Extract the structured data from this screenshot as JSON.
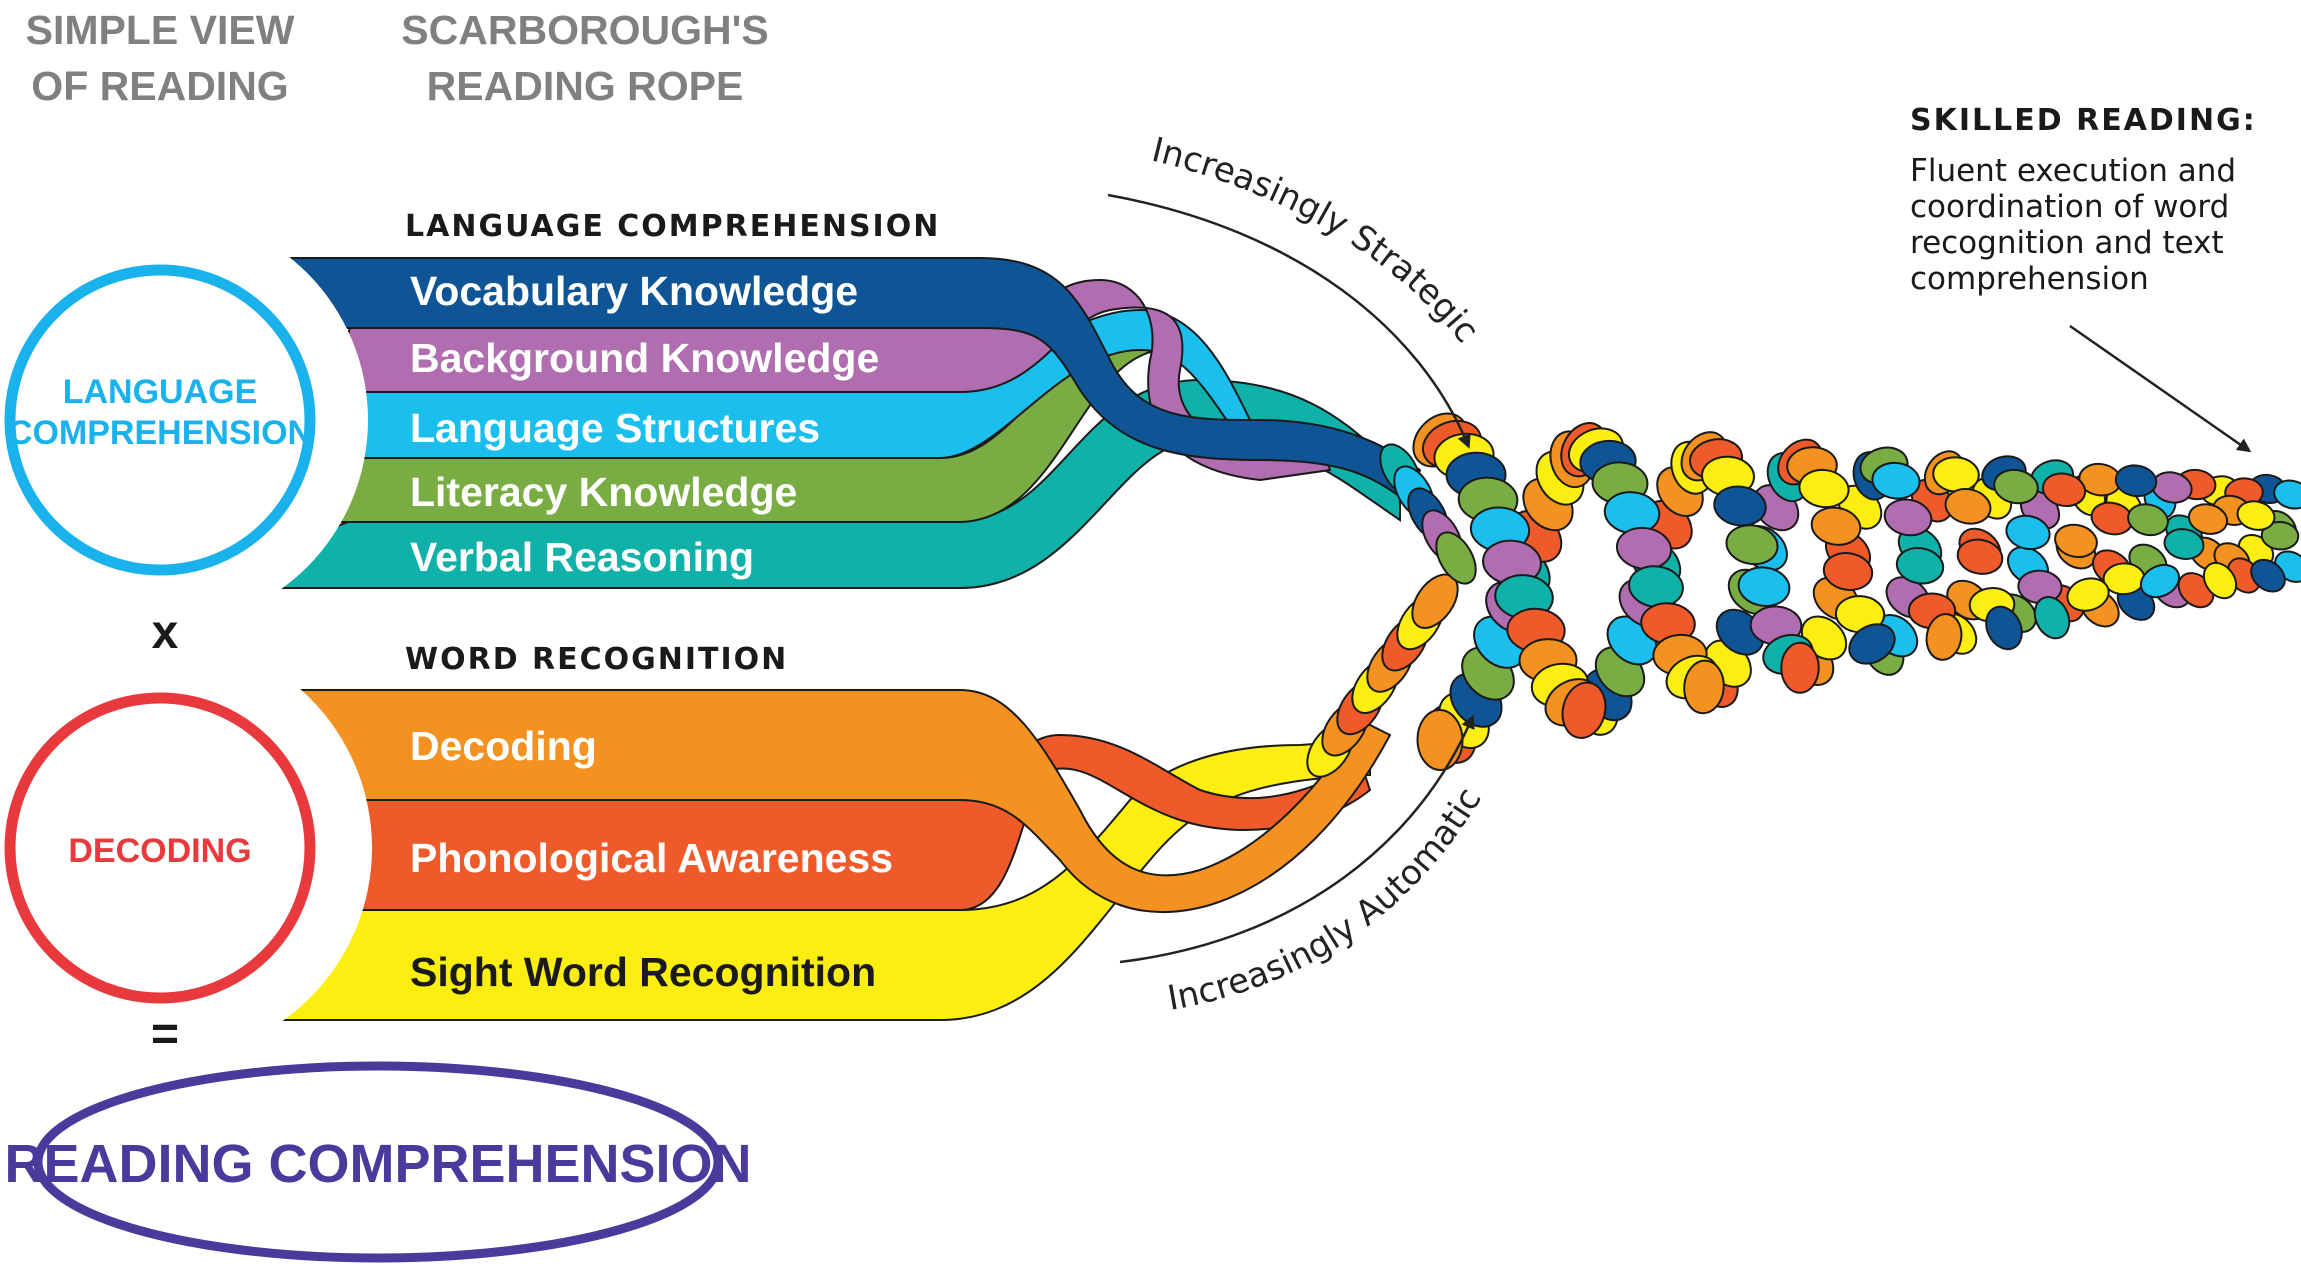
{
  "headers": {
    "simple_view_line1": "SIMPLE VIEW",
    "simple_view_line2": "OF READING",
    "rope_line1": "SCARBOROUGH'S",
    "rope_line2": "READING ROPE"
  },
  "language_comprehension": {
    "section_title": "LANGUAGE COMPREHENSION",
    "circle_line1": "LANGUAGE",
    "circle_line2": "COMPREHENSION",
    "circle_color": "#1ab2ec",
    "strands": [
      {
        "label": "Vocabulary Knowledge",
        "color": "#0f5596",
        "text_color": "#ffffff"
      },
      {
        "label": "Background Knowledge",
        "color": "#b06db0",
        "text_color": "#ffffff"
      },
      {
        "label": "Language Structures",
        "color": "#1bbfee",
        "text_color": "#ffffff"
      },
      {
        "label": "Literacy Knowledge",
        "color": "#79ad43",
        "text_color": "#ffffff"
      },
      {
        "label": "Verbal Reasoning",
        "color": "#0fb1a8",
        "text_color": "#ffffff"
      }
    ]
  },
  "operator_times": "x",
  "word_recognition": {
    "section_title": "WORD RECOGNITION",
    "circle_line1": "DECODING",
    "circle_color": "#e8393c",
    "strands": [
      {
        "label": "Decoding",
        "color": "#f39220",
        "text_color": "#ffffff"
      },
      {
        "label": "Phonological Awareness",
        "color": "#ef5a2a",
        "text_color": "#ffffff"
      },
      {
        "label": "Sight Word Recognition",
        "color": "#fbee10",
        "text_color": "#1a1a1a"
      }
    ]
  },
  "operator_equals": "=",
  "result": {
    "label": "READING COMPREHENSION",
    "color": "#4b3a9b"
  },
  "arrows": {
    "strategic": "Increasingly Strategic",
    "automatic": "Increasingly Automatic"
  },
  "skilled_reading": {
    "title": "SKILLED READING:",
    "lines": [
      "Fluent execution and",
      "coordination of word",
      "recognition and text",
      "comprehension"
    ]
  }
}
